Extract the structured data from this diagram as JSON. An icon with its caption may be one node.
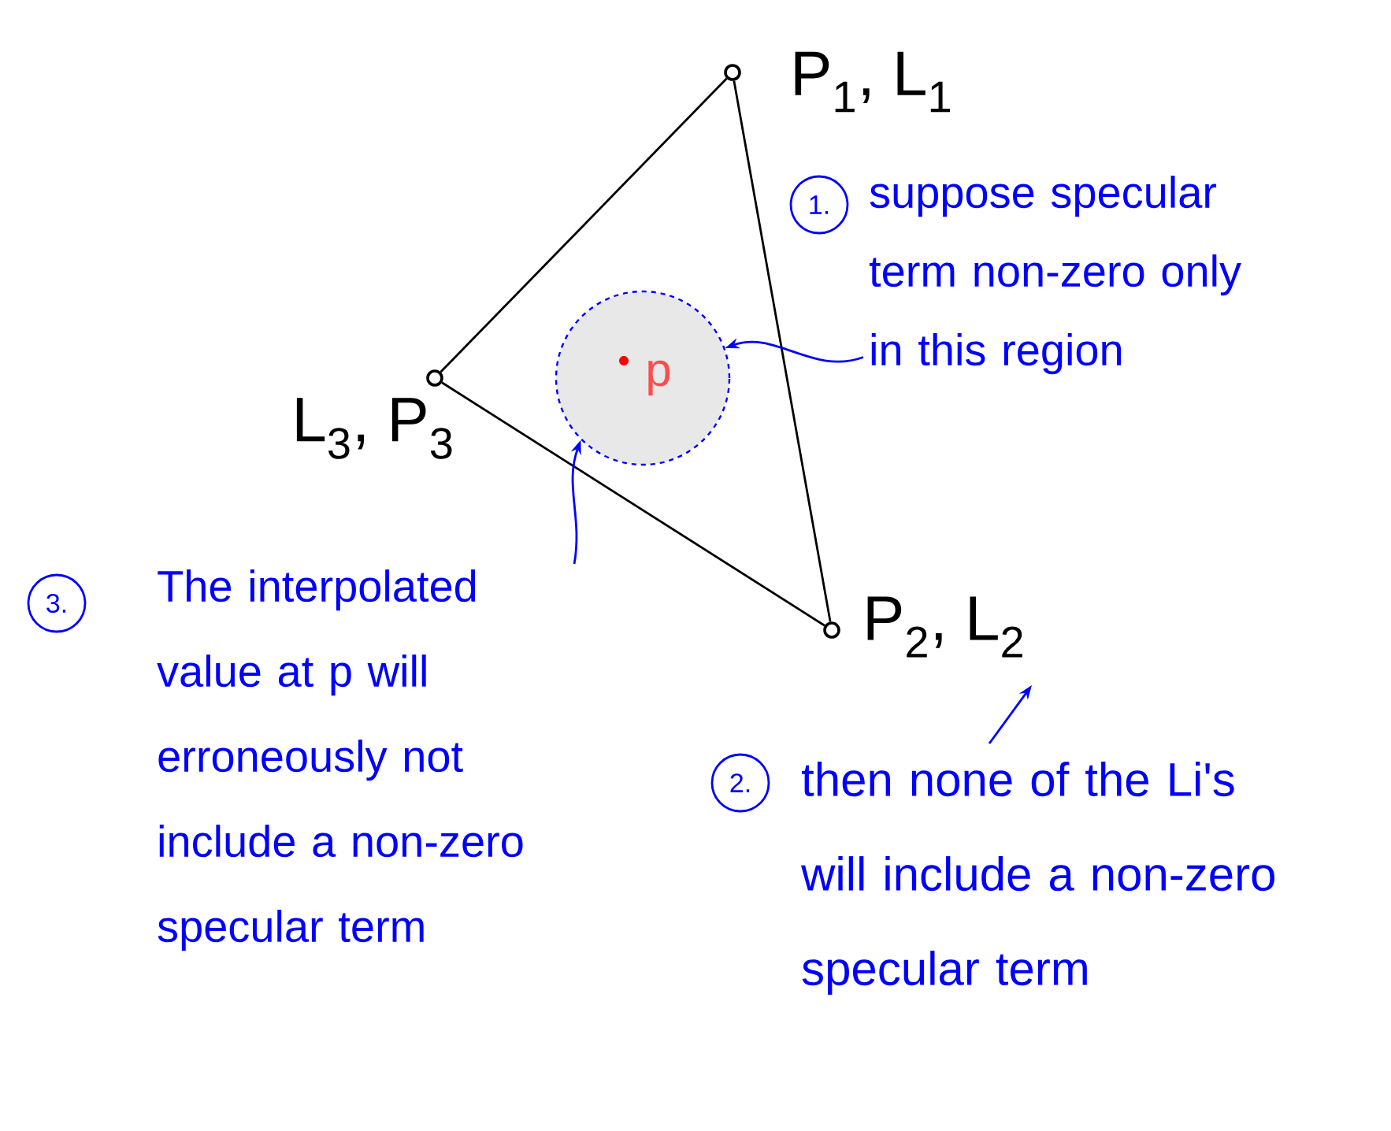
{
  "diagram": {
    "nodes": [
      {
        "text": [],
        "shape": "circle",
        "beside": [
          "P$_{1}$, L$_{1}$"
        ]
      },
      {
        "text": [],
        "shape": "circle",
        "beside": [
          "P$_{2}$, L$_{2}$"
        ]
      },
      {
        "text": [],
        "shape": "circle",
        "beside": [
          "L$_{3}$, P$_{3}$"
        ]
      },
      {
        "text": [
          "p"
        ]
      },
      {
        "text": [
          "suppose specular term non-zero only in this region"
        ]
      },
      {
        "text": [
          "then none of the Li's will include a non-zero specular term"
        ]
      },
      {
        "text": [
          "The interpolated value at p will erroneously not include a non-zero specular term"
        ]
      }
    ],
    "edges": [
      {
        "from": 0,
        "to": 1,
        "arrow": "none"
      },
      {
        "from": 1,
        "to": 2,
        "arrow": "none"
      },
      {
        "from": 2,
        "to": 0,
        "arrow": "none"
      },
      {
        "from": 4,
        "to": 3,
        "arrow": "to",
        "color": "#0000ff"
      },
      {
        "from": 6,
        "to": 3,
        "arrow": "to",
        "color": "#0000ff"
      },
      {
        "from": 5,
        "to": 1,
        "arrow": "to",
        "color": "#0000ff"
      }
    ],
    "labels": [
      "1.",
      "2.",
      "3."
    ]
  }
}
